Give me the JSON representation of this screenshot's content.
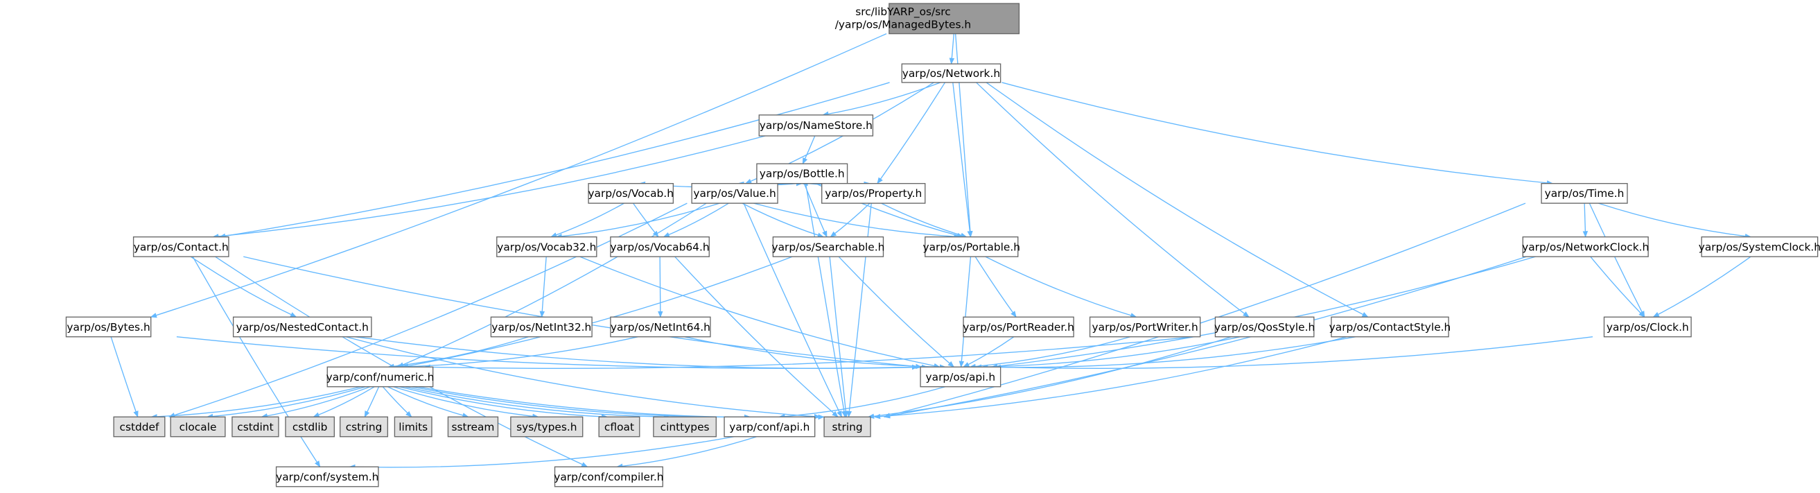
{
  "colors": {
    "edge": "#63b8ff",
    "root_fill": "#999999",
    "system_fill": "#e0e0e0",
    "node_fill": "#ffffff"
  },
  "nodes": [
    {
      "id": "root",
      "label": "src/libYARP_os/src",
      "label2": "/yarp/os/ManagedBytes.h",
      "kind": "root"
    },
    {
      "id": "network",
      "label": "yarp/os/Network.h"
    },
    {
      "id": "namestore",
      "label": "yarp/os/NameStore.h"
    },
    {
      "id": "bottle",
      "label": "yarp/os/Bottle.h"
    },
    {
      "id": "vocab",
      "label": "yarp/os/Vocab.h"
    },
    {
      "id": "value",
      "label": "yarp/os/Value.h"
    },
    {
      "id": "property",
      "label": "yarp/os/Property.h"
    },
    {
      "id": "time",
      "label": "yarp/os/Time.h"
    },
    {
      "id": "contact",
      "label": "yarp/os/Contact.h"
    },
    {
      "id": "vocab32",
      "label": "yarp/os/Vocab32.h"
    },
    {
      "id": "vocab64",
      "label": "yarp/os/Vocab64.h"
    },
    {
      "id": "searchable",
      "label": "yarp/os/Searchable.h"
    },
    {
      "id": "portable",
      "label": "yarp/os/Portable.h"
    },
    {
      "id": "networkclock",
      "label": "yarp/os/NetworkClock.h"
    },
    {
      "id": "systemclock",
      "label": "yarp/os/SystemClock.h"
    },
    {
      "id": "bytes",
      "label": "yarp/os/Bytes.h"
    },
    {
      "id": "nestedcontact",
      "label": "yarp/os/NestedContact.h"
    },
    {
      "id": "netint32",
      "label": "yarp/os/NetInt32.h"
    },
    {
      "id": "netint64",
      "label": "yarp/os/NetInt64.h"
    },
    {
      "id": "portreader",
      "label": "yarp/os/PortReader.h"
    },
    {
      "id": "portwriter",
      "label": "yarp/os/PortWriter.h"
    },
    {
      "id": "qosstyle",
      "label": "yarp/os/QosStyle.h"
    },
    {
      "id": "contactstyle",
      "label": "yarp/os/ContactStyle.h"
    },
    {
      "id": "clock",
      "label": "yarp/os/Clock.h"
    },
    {
      "id": "osapi",
      "label": "yarp/os/api.h"
    },
    {
      "id": "numeric",
      "label": "yarp/conf/numeric.h"
    },
    {
      "id": "cstddef",
      "label": "cstddef",
      "kind": "system"
    },
    {
      "id": "clocale",
      "label": "clocale",
      "kind": "system"
    },
    {
      "id": "cstdint",
      "label": "cstdint",
      "kind": "system"
    },
    {
      "id": "cstdlib",
      "label": "cstdlib",
      "kind": "system"
    },
    {
      "id": "cstring",
      "label": "cstring",
      "kind": "system"
    },
    {
      "id": "limits",
      "label": "limits",
      "kind": "system"
    },
    {
      "id": "sstream",
      "label": "sstream",
      "kind": "system"
    },
    {
      "id": "systypes",
      "label": "sys/types.h",
      "kind": "system"
    },
    {
      "id": "cfloat",
      "label": "cfloat",
      "kind": "system"
    },
    {
      "id": "cinttypes",
      "label": "cinttypes",
      "kind": "system"
    },
    {
      "id": "confapi",
      "label": "yarp/conf/api.h"
    },
    {
      "id": "string",
      "label": "string",
      "kind": "system"
    },
    {
      "id": "system",
      "label": "yarp/conf/system.h"
    },
    {
      "id": "compiler",
      "label": "yarp/conf/compiler.h"
    }
  ],
  "edges": [
    [
      "root",
      "network"
    ],
    [
      "root",
      "bytes"
    ],
    [
      "root",
      "portable"
    ],
    [
      "network",
      "namestore"
    ],
    [
      "network",
      "contact"
    ],
    [
      "network",
      "value"
    ],
    [
      "network",
      "property"
    ],
    [
      "network",
      "portable"
    ],
    [
      "network",
      "qosstyle"
    ],
    [
      "network",
      "contactstyle"
    ],
    [
      "network",
      "time"
    ],
    [
      "namestore",
      "bottle"
    ],
    [
      "namestore",
      "contact"
    ],
    [
      "bottle",
      "value"
    ],
    [
      "bottle",
      "vocab"
    ],
    [
      "bottle",
      "property"
    ],
    [
      "bottle",
      "searchable"
    ],
    [
      "bottle",
      "portable"
    ],
    [
      "bottle",
      "string"
    ],
    [
      "value",
      "bottle"
    ],
    [
      "value",
      "vocab32"
    ],
    [
      "value",
      "vocab64"
    ],
    [
      "value",
      "searchable"
    ],
    [
      "value",
      "portable"
    ],
    [
      "value",
      "numeric"
    ],
    [
      "value",
      "cstddef"
    ],
    [
      "value",
      "string"
    ],
    [
      "property",
      "bottle"
    ],
    [
      "property",
      "searchable"
    ],
    [
      "property",
      "portable"
    ],
    [
      "property",
      "string"
    ],
    [
      "vocab",
      "vocab32"
    ],
    [
      "vocab",
      "vocab64"
    ],
    [
      "vocab32",
      "netint32"
    ],
    [
      "vocab32",
      "osapi"
    ],
    [
      "vocab64",
      "netint64"
    ],
    [
      "vocab64",
      "string"
    ],
    [
      "searchable",
      "osapi"
    ],
    [
      "searchable",
      "string"
    ],
    [
      "searchable",
      "numeric"
    ],
    [
      "portable",
      "osapi"
    ],
    [
      "portable",
      "portreader"
    ],
    [
      "portable",
      "portwriter"
    ],
    [
      "contact",
      "nestedcontact"
    ],
    [
      "contact",
      "osapi"
    ],
    [
      "contact",
      "system"
    ],
    [
      "contact",
      "compiler"
    ],
    [
      "bytes",
      "cstddef"
    ],
    [
      "bytes",
      "osapi"
    ],
    [
      "nestedcontact",
      "osapi"
    ],
    [
      "nestedcontact",
      "string"
    ],
    [
      "netint32",
      "numeric"
    ],
    [
      "netint64",
      "numeric"
    ],
    [
      "netint64",
      "osapi"
    ],
    [
      "portreader",
      "osapi"
    ],
    [
      "portwriter",
      "osapi"
    ],
    [
      "qosstyle",
      "osapi"
    ],
    [
      "qosstyle",
      "string"
    ],
    [
      "qosstyle",
      "numeric"
    ],
    [
      "contactstyle",
      "osapi"
    ],
    [
      "contactstyle",
      "string"
    ],
    [
      "time",
      "networkclock"
    ],
    [
      "time",
      "systemclock"
    ],
    [
      "time",
      "clock"
    ],
    [
      "time",
      "string"
    ],
    [
      "networkclock",
      "clock"
    ],
    [
      "networkclock",
      "osapi"
    ],
    [
      "networkclock",
      "string"
    ],
    [
      "systemclock",
      "clock"
    ],
    [
      "clock",
      "osapi"
    ],
    [
      "osapi",
      "confapi"
    ],
    [
      "numeric",
      "cstddef"
    ],
    [
      "numeric",
      "clocale"
    ],
    [
      "numeric",
      "cstdint"
    ],
    [
      "numeric",
      "cstdlib"
    ],
    [
      "numeric",
      "cstring"
    ],
    [
      "numeric",
      "limits"
    ],
    [
      "numeric",
      "sstream"
    ],
    [
      "numeric",
      "systypes"
    ],
    [
      "numeric",
      "cfloat"
    ],
    [
      "numeric",
      "cinttypes"
    ],
    [
      "numeric",
      "confapi"
    ],
    [
      "numeric",
      "string"
    ],
    [
      "confapi",
      "system"
    ],
    [
      "confapi",
      "compiler"
    ]
  ]
}
